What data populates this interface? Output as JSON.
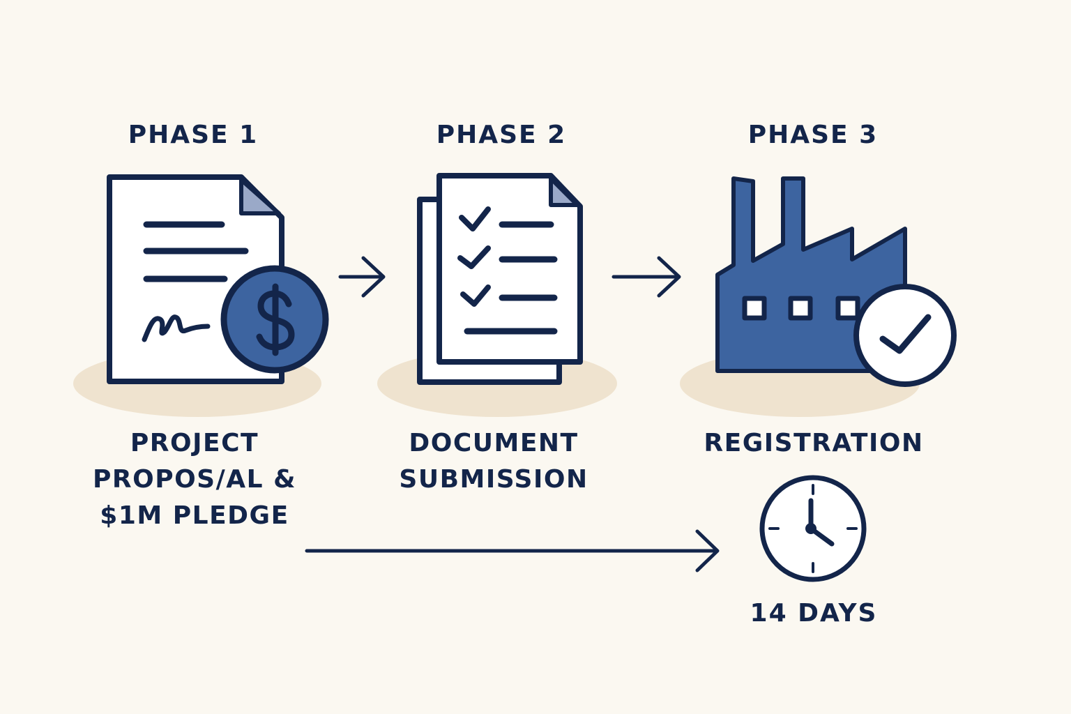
{
  "phases": [
    {
      "title": "PHASE 1",
      "caption_lines": [
        "PROJECT",
        "PROPOS/AL &",
        "$1M PLEDGE"
      ],
      "icon": "contract-with-dollar-coin-icon"
    },
    {
      "title": "PHASE 2",
      "caption_lines": [
        "DOCUMENT",
        "SUBMISSION"
      ],
      "icon": "checklist-documents-icon"
    },
    {
      "title": "PHASE 3",
      "caption_lines": [
        "REGISTRATION"
      ],
      "icon": "factory-with-checkmark-icon"
    }
  ],
  "duration": {
    "label": "14 DAYS",
    "icon": "clock-icon"
  },
  "colors": {
    "background": "#fbf8f1",
    "ink": "#13254a",
    "accent_blue": "#3d64a0",
    "shadow": "#efe3cf"
  }
}
